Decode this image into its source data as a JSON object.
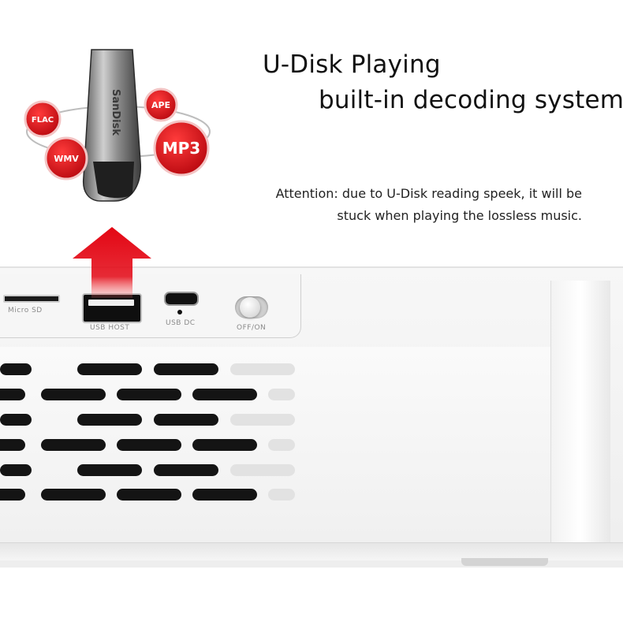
{
  "headline": {
    "line1": "U-Disk Playing",
    "line2": "built-in decoding system"
  },
  "attention_note": {
    "line1": "Attention: due to U-Disk reading speek, it will be",
    "line2": "stuck when playing the lossless music."
  },
  "formats": [
    "FLAC",
    "APE",
    "WMV",
    "MP3"
  ],
  "drive_brand": "SanDisk",
  "ports": {
    "micro_sd": "Micro SD",
    "usb_host": "USB HOST",
    "usb_dc": "USB DC",
    "off_on": "OFF/ON"
  },
  "colors": {
    "badge_red": "#d7141a",
    "arrow_red": "#e30613",
    "vent_dark": "#141414"
  }
}
